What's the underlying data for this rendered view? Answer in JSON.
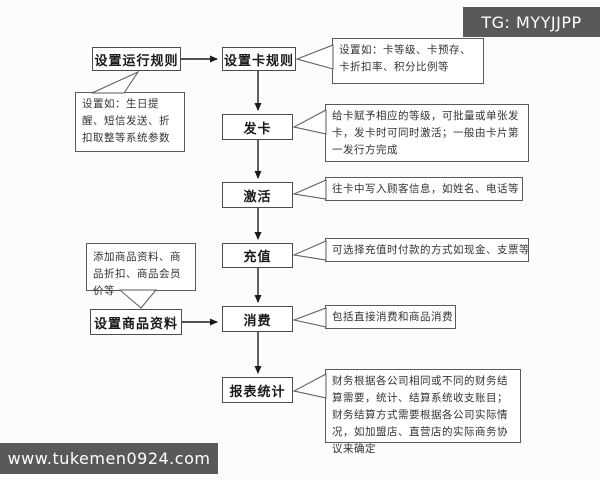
{
  "watermarks": {
    "top_right": "TG: MYYJJPP",
    "bottom_left": "www.tukemen0924.com"
  },
  "flow": {
    "nodes": {
      "set_run_rules": "设置运行规则",
      "set_card_rules": "设置卡规则",
      "issue_card": "发卡",
      "activate": "激活",
      "recharge": "充值",
      "set_product_data": "设置商品资料",
      "consume": "消费",
      "report_stats": "报表统计"
    },
    "annotations": {
      "run_rules_note": "设置如：生日提醒、短信发送、折扣取整等系统参数",
      "card_rules_note": "设置如：卡等级、卡预存、卡折扣率、积分比例等",
      "issue_card_note": "给卡赋予相应的等级，可批量或单张发卡，发卡时可同时激活；一般由卡片第一发行方完成",
      "activate_note": "往卡中写入顾客信息，如姓名、电话等",
      "recharge_note": "可选择充值时付款的方式如现金、支票等",
      "product_note": "添加商品资料、商品折扣、商品会员价等",
      "consume_note": "包括直接消费和商品消费",
      "report_note": "财务根据各公司相同或不同的财务结算需要，统计、结算系统收支账目；财务结算方式需要根据各公司实际情况，如加盟店、直营店的实际商务协议来确定"
    }
  },
  "colors": {
    "box_border": "#4d4d4d",
    "box_text": "#1a1a1a",
    "annotation_text": "#333333",
    "arrow": "#1a1a1a",
    "watermark_bg": "#58595b",
    "watermark_text": "#ffffff",
    "background": "#fcfcfc"
  }
}
